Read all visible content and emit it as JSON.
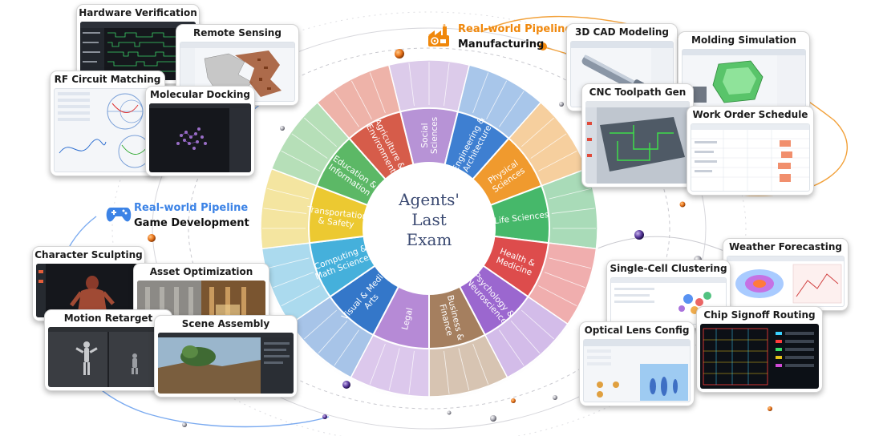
{
  "center_title": [
    "Agents'",
    "Last",
    "Exam"
  ],
  "pipelines": {
    "manufacturing": {
      "kicker": "Real-world Pipeline",
      "title": "Manufacturing",
      "color": "#f0880c",
      "icon": "factory-icon"
    },
    "game": {
      "kicker": "Real-world Pipeline",
      "title": "Game Development",
      "color": "#3c83e6",
      "icon": "gamepad-icon"
    }
  },
  "domains": [
    {
      "label": [
        "Social",
        "Sciences"
      ],
      "color": "#b793d6",
      "light": "#dccbea"
    },
    {
      "label": [
        "Engineering &",
        "Architecture"
      ],
      "color": "#3e7fd1",
      "light": "#a8c6ea"
    },
    {
      "label": [
        "Physical",
        "Sciences"
      ],
      "color": "#f09a2e",
      "light": "#f6cf9e"
    },
    {
      "label": [
        "Life Sciences"
      ],
      "color": "#46b86a",
      "light": "#a9dbb8"
    },
    {
      "label": [
        "Health &",
        "Medicine"
      ],
      "color": "#dd4c4c",
      "light": "#f0aeae"
    },
    {
      "label": [
        "Psychology &",
        "Neuroscience"
      ],
      "color": "#9b67cf",
      "light": "#d3bce9"
    },
    {
      "label": [
        "Business &",
        "Finance"
      ],
      "color": "#a57f5f",
      "light": "#d7c4b2"
    },
    {
      "label": [
        "Legal"
      ],
      "color": "#b68ad6",
      "light": "#dcc8ec"
    },
    {
      "label": [
        "Visual & Media",
        "Arts"
      ],
      "color": "#3477c9",
      "light": "#a7c4e8"
    },
    {
      "label": [
        "Computing &",
        "Math Sciences"
      ],
      "color": "#45b0db",
      "light": "#abdaee"
    },
    {
      "label": [
        "Transportation",
        "& Safety"
      ],
      "color": "#ecc931",
      "light": "#f4e5a0"
    },
    {
      "label": [
        "Education &",
        "Information"
      ],
      "color": "#5cb866",
      "light": "#b6dfb8"
    },
    {
      "label": [
        "Agriculture &",
        "Environment"
      ],
      "color": "#d65c4a",
      "light": "#eeb3a9"
    }
  ],
  "cards": {
    "hardware_verification": "Hardware Verification",
    "remote_sensing": "Remote Sensing",
    "rf_circuit_matching": "RF Circuit Matching",
    "molecular_docking": "Molecular Docking",
    "cad_modeling": "3D CAD Modeling",
    "molding_simulation": "Molding Simulation",
    "cnc_toolpath": "CNC Toolpath Gen",
    "work_order": "Work Order Schedule",
    "character_sculpting": "Character Sculpting",
    "asset_optimization": "Asset Optimization",
    "motion_retarget": "Motion Retarget",
    "scene_assembly": "Scene Assembly",
    "weather_forecasting": "Weather Forecasting",
    "single_cell": "Single-Cell Clustering",
    "chip_signoff": "Chip Signoff Routing",
    "optical_lens": "Optical Lens Config"
  }
}
